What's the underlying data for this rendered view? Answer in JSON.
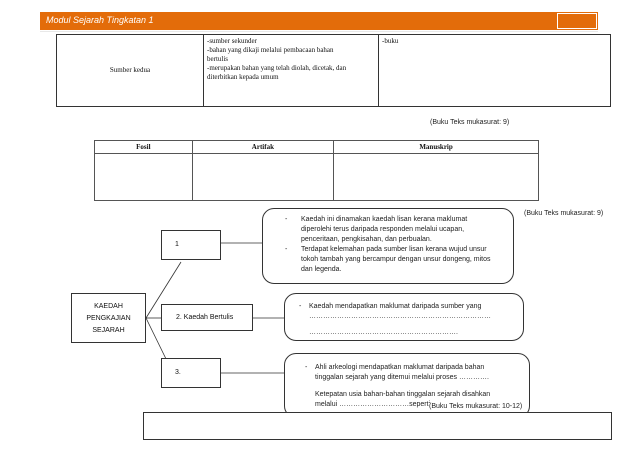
{
  "header": {
    "title": "Modul Sejarah Tingkatan 1"
  },
  "source_table": {
    "label": "Sumber kedua",
    "col2_lines": [
      "-sumber sekunder",
      "-bahan yang dikaji melalui pembacaan bahan",
      " bertulis",
      "-merupakan bahan yang telah diolah, dicetak, dan",
      "diterbitkan kepada umum"
    ],
    "col3": "-buku"
  },
  "caption1": "(Buku Teks mukasurat: 9)",
  "artifact_table": {
    "headers": [
      "Fosil",
      "Artifak",
      "Manuskrip"
    ]
  },
  "caption2": "(Buku Teks mukasurat: 9)",
  "diagram": {
    "root_lines": [
      "KAEDAH",
      "PENGKAJIAN",
      "SEJARAH"
    ],
    "branch1": "1",
    "branch2": "2. Kaedah Bertulis",
    "branch3": "3.",
    "note1": {
      "b1_lines": [
        "Kaedah ini dinamakan kaedah lisan kerana maklumat",
        "diperolehi terus daripada responden melalui ucapan,",
        "penceritaan, pengkisahan, dan perbualan."
      ],
      "b2_lines": [
        "Terdapat kelemahan pada sumber lisan kerana wujud unsur",
        "tokoh tambah yang bercampur dengan unsur dongeng, mitos",
        "dan legenda."
      ]
    },
    "note2": {
      "line1": "Kaedah mendapatkan maklumat daripada sumber yang",
      "dots1": "……………………………………………………………………",
      "dots2": "………………………………………………………."
    },
    "note3": {
      "line1": "Ahli arkeologi mendapatkan maklumat daripada bahan",
      "line2": "tinggalan sejarah yang ditemui melalui proses ………….",
      "line3": "Ketepatan usia bahan-bahan tinggalan sejarah disahkan",
      "line4": "melalui …………………………seperti"
    }
  },
  "caption3": "(Buku Teks mukasurat: 10-12)"
}
